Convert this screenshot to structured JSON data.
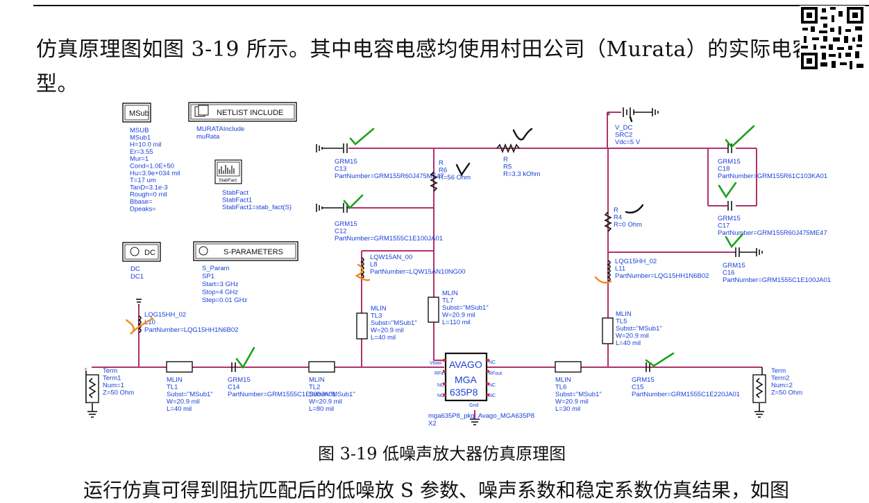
{
  "document": {
    "paragraph_line1": "仿真原理图如图 3-19 所示。其中电容电感均使用村田公司（Murata）的实际电容",
    "paragraph_line2": "型。",
    "figure_caption": "图 3-19 低噪声放大器仿真原理图",
    "next_paragraph_fragment": "运行仿真可得到阻抗匹配后的低噪放 S 参数、噪声系数和稳定系数仿真结果，如图"
  },
  "schematic": {
    "msub": {
      "button": "MSub",
      "lines": [
        "MSUB",
        "MSub1",
        "H=10.0 mil",
        "Er=3.55",
        "Mur=1",
        "Cond=1.0E+50",
        "Hu=3.9e+034 mil",
        "T=17 um",
        "TanD=3.1e-3",
        "Rough=0 mil",
        "Bbase=",
        "Dpeaks="
      ]
    },
    "netlist": {
      "button": "NETLIST INCLUDE",
      "lines": [
        "MURATAInclude",
        "muRata"
      ]
    },
    "stabfact": {
      "icon_label": "StabFact",
      "lines": [
        "StabFact",
        "StabFact1",
        "StabFact1=stab_fact(S)"
      ]
    },
    "dc": {
      "button": "DC",
      "lines": [
        "DC",
        "DC1"
      ]
    },
    "sparams": {
      "button": "S-PARAMETERS",
      "lines": [
        "S_Param",
        "SP1",
        "Start=3 GHz",
        "Stop=4 GHz",
        "Step=0.01 GHz"
      ]
    },
    "vdc": {
      "lines": [
        "V_DC",
        "SRC2",
        "Vdc=5 V"
      ]
    },
    "c13": {
      "lines": [
        "GRM15",
        "C13",
        "PartNumber=GRM155R60J475ME47"
      ]
    },
    "r6": {
      "lines": [
        "R",
        "R6",
        "R=56 Ohm"
      ]
    },
    "r5": {
      "lines": [
        "R",
        "R5",
        "R=3.3 kOhm"
      ]
    },
    "c18": {
      "lines": [
        "GRM15",
        "C18",
        "PartNumber=GRM155R61C103KA01"
      ]
    },
    "c12": {
      "lines": [
        "GRM15",
        "C12",
        "PartNumber=GRM1555C1E100JA01"
      ]
    },
    "r4": {
      "lines": [
        "R",
        "R4",
        "R=0 Ohm"
      ]
    },
    "c17": {
      "lines": [
        "GRM15",
        "C17",
        "PartNumber=GRM155R60J475ME47"
      ]
    },
    "c16": {
      "lines": [
        "GRM15",
        "C16",
        "PartNumber=GRM1555C1E100JA01"
      ]
    },
    "l8": {
      "lines": [
        "LQW15AN_00",
        "L8",
        "PartNumber=LQW15AN10NG00"
      ]
    },
    "l11": {
      "lines": [
        "LQG15HH_02",
        "L11",
        "PartNumber=LQG15HH1N6B02"
      ]
    },
    "l10": {
      "lines": [
        "LQG15HH_02",
        "L10",
        "PartNumber=LQG15HH1N6B02"
      ]
    },
    "tl7": {
      "lines": [
        "MLIN",
        "TL7",
        "Subst=\"MSub1\"",
        "W=20.9 mil",
        "L=110 mil"
      ]
    },
    "tl3": {
      "lines": [
        "MLIN",
        "TL3",
        "Subst=\"MSub1\"",
        "W=20.9 mil",
        "L=40 mil"
      ]
    },
    "tl5": {
      "lines": [
        "MLIN",
        "TL5",
        "Subst=\"MSub1\"",
        "W=20.9 mil",
        "L=40 mil"
      ]
    },
    "term1": {
      "lines": [
        "Term",
        "Term1",
        "Num=1",
        "Z=50 Ohm"
      ]
    },
    "tl1": {
      "lines": [
        "MLIN",
        "TL1",
        "Subst=\"MSub1\"",
        "W=20.9 mil",
        "L=40 mil"
      ]
    },
    "c14": {
      "lines": [
        "GRM15",
        "C14",
        "PartNumber=GRM1555C1E390JA01"
      ]
    },
    "tl2": {
      "lines": [
        "MLIN",
        "TL2",
        "Subst=\"MSub1\"",
        "W=20.9 mil",
        "L=80 mil"
      ]
    },
    "amp": {
      "brand": "AVAGO",
      "model1": "MGA",
      "model2": "635P8",
      "lines": [
        "mga635P8_pkg_Avago_MGA635P8",
        "X2"
      ],
      "pins": [
        "Vbias",
        "RFin",
        "NC",
        "NC",
        "NC",
        "RFout",
        "NC",
        "NC",
        "Gnd"
      ]
    },
    "tl6": {
      "lines": [
        "MLIN",
        "TL6",
        "Subst=\"MSub1\"",
        "W=20.9 mil",
        "L=30 mil"
      ]
    },
    "c15": {
      "lines": [
        "GRM15",
        "C15",
        "PartNumber=GRM1555C1E220JA01"
      ]
    },
    "term2": {
      "lines": [
        "Term",
        "Term2",
        "Num=2",
        "Z=50 Ohm"
      ]
    }
  },
  "colors": {
    "wire": "#b0306a",
    "label": "#1a3fd6",
    "check": "#1aa31a",
    "orange": "#f08a1a",
    "ink": "#111111"
  }
}
